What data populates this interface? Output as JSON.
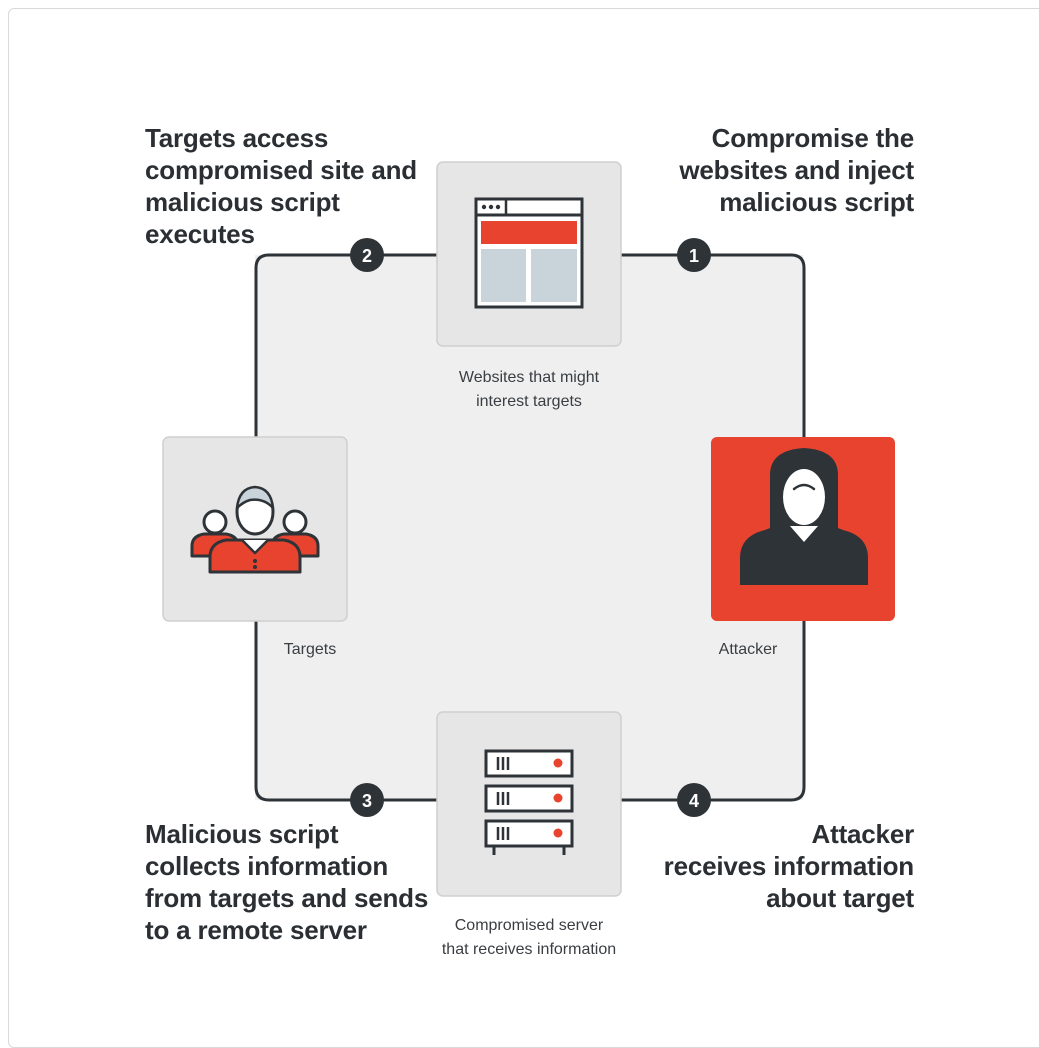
{
  "steps": [
    {
      "number": "1",
      "text": [
        "Compromise the",
        "websites and inject",
        "malicious script"
      ]
    },
    {
      "number": "2",
      "text": [
        "Targets access",
        "compromised site and",
        "malicious script",
        "executes"
      ]
    },
    {
      "number": "3",
      "text": [
        "Malicious script",
        "collects information",
        "from targets and sends",
        "to a remote server"
      ]
    },
    {
      "number": "4",
      "text": [
        "Attacker",
        "receives information",
        "about target"
      ]
    }
  ],
  "nodes": {
    "websites": {
      "label": [
        "Websites that might",
        "interest targets"
      ],
      "icon": "browser-window-icon"
    },
    "targets": {
      "label": [
        "Targets"
      ],
      "icon": "user-group-icon"
    },
    "attacker": {
      "label": [
        "Attacker"
      ],
      "icon": "hooded-attacker-icon"
    },
    "server": {
      "label": [
        "Compromised server",
        "that receives information"
      ],
      "icon": "server-rack-icon"
    }
  },
  "colors": {
    "accent_red": "#e8432f",
    "dark": "#2e3338",
    "panel_gray": "#e6e6e6",
    "area_gray": "#efefef",
    "light_blue": "#c9d3da"
  }
}
